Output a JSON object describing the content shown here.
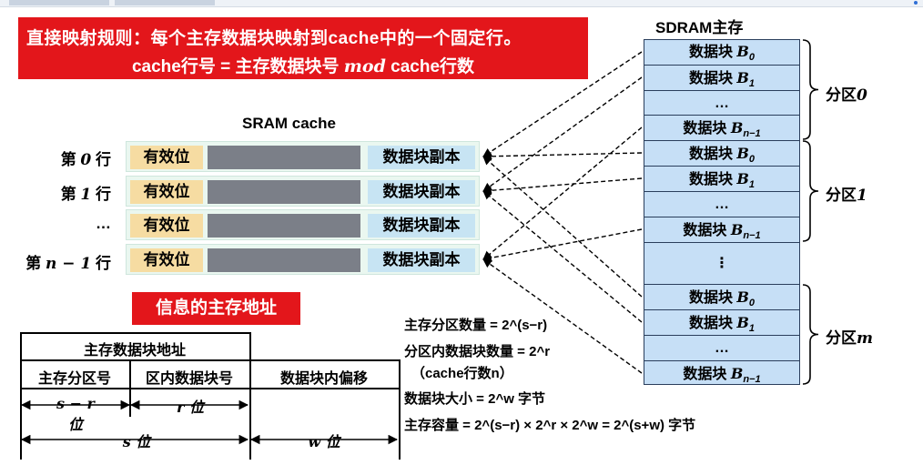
{
  "banner": {
    "line1": "直接映射规则：每个主存数据块映射到cache中的一个固定行。",
    "line2_pre": "cache行号 = 主存数据块号 ",
    "line2_mod": "mod",
    "line2_post": " cache行数"
  },
  "cache": {
    "title": "SRAM  cache",
    "rows": [
      {
        "label_pre": "第 ",
        "label_var": "0",
        "label_post": " 行",
        "valid": "有效位",
        "copy": "数据块副本"
      },
      {
        "label_pre": "第 ",
        "label_var": "1",
        "label_post": " 行",
        "valid": "有效位",
        "copy": "数据块副本"
      },
      {
        "label_pre": "",
        "label_var": "…",
        "label_post": "",
        "valid": "有效位",
        "copy": "数据块副本"
      },
      {
        "label_pre": "第 ",
        "label_var": "n − 1",
        "label_post": " 行",
        "valid": "有效位",
        "copy": "数据块副本"
      }
    ]
  },
  "info_banner": "信息的主存地址",
  "address": {
    "block_addr": "主存数据块地址",
    "partition_no": "主存分区号",
    "block_in_part": "区内数据块号",
    "offset": "数据块内偏移",
    "sr_bits": "s − r 位",
    "r_bits": "r 位",
    "s_bits": "s 位",
    "w_bits": "w 位"
  },
  "sdram": {
    "title": "SDRAM主存",
    "block_word": "数据块 ",
    "cells": [
      "B0",
      "B1",
      "…",
      "Bn−1",
      "B0",
      "B1",
      "…",
      "Bn−1",
      "⋮",
      "B0",
      "B1",
      "…",
      "Bn−1"
    ],
    "partitions": [
      {
        "pre": "分区",
        "var": "0"
      },
      {
        "pre": "分区",
        "var": "1"
      },
      {
        "pre": "分区",
        "var": "m"
      }
    ]
  },
  "formulas": {
    "f1": "主存分区数量 = 2^(s−r)",
    "f2": "分区内数据块数量 = 2^r",
    "f2b": "（cache行数n）",
    "f3": "数据块大小 = 2^w 字节",
    "f4": "主存容量 = 2^(s−r) × 2^r × 2^w = 2^(s+w) 字节"
  },
  "colors": {
    "banner_red": "#e3161b",
    "valid_bg": "#f6dca2",
    "tag_bg": "#7b7f88",
    "copy_bg": "#c7e4f3",
    "row_bg": "#eaf7f0",
    "memory_bg": "#c6dff6"
  }
}
